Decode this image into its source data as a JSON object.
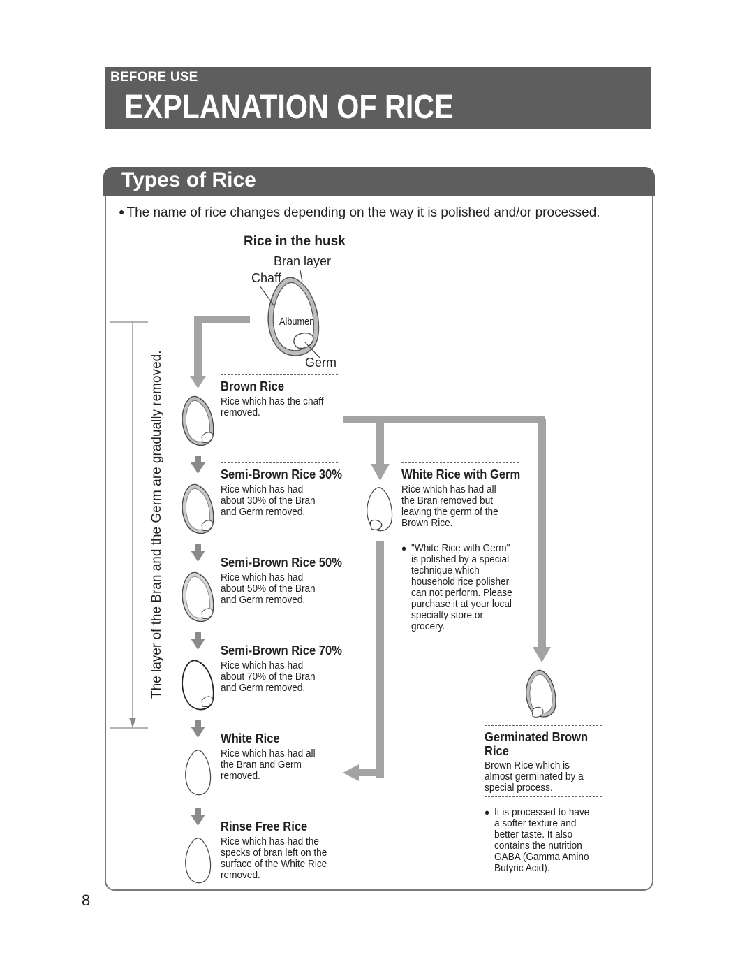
{
  "header": {
    "section": "BEFORE USE",
    "title": "EXPLANATION OF RICE"
  },
  "panel": {
    "title": "Types of Rice",
    "intro": "The name of rice changes depending on the way it is polished and/or processed."
  },
  "husk": {
    "title": "Rice in the husk",
    "bran_layer": "Bran layer",
    "chaff": "Chaff",
    "albumen": "Albumen",
    "germ": "Germ"
  },
  "side_label": "The layer of the Bran and the Germ are gradually removed.",
  "left_column": [
    {
      "name": "Brown Rice",
      "desc": "Rice which has the chaff removed."
    },
    {
      "name": "Semi-Brown Rice 30%",
      "desc": "Rice which has had about 30% of the Bran and Germ removed."
    },
    {
      "name": "Semi-Brown Rice 50%",
      "desc": "Rice which has had about 50% of the Bran and Germ removed."
    },
    {
      "name": "Semi-Brown Rice 70%",
      "desc": "Rice which has had about 70% of the Bran and Germ removed."
    },
    {
      "name": "White Rice",
      "desc": "Rice which has had all the Bran and Germ removed."
    },
    {
      "name": "Rinse Free Rice",
      "desc": "Rice which has had the specks of bran left on the surface of the White Rice removed."
    }
  ],
  "white_rice_germ": {
    "name": "White Rice with Germ",
    "desc": "Rice which has had all the Bran removed but leaving the germ of the Brown Rice.",
    "note": "\"White Rice with Germ\" is polished by a special technique which household rice polisher can not perform. Please purchase it at your local specialty store or grocery."
  },
  "germinated": {
    "name": "Germinated Brown Rice",
    "desc": "Brown Rice which is almost germinated by a special process.",
    "note": "It is processed to have a softer texture and better taste. It also contains the nutrition GABA (Gamma Amino Butyric Acid)."
  },
  "bullet": "●",
  "page_number": "8",
  "colors": {
    "header_bg": "#5e5e5e",
    "arrow_gray": "#a3a3a3",
    "text": "#222222"
  }
}
